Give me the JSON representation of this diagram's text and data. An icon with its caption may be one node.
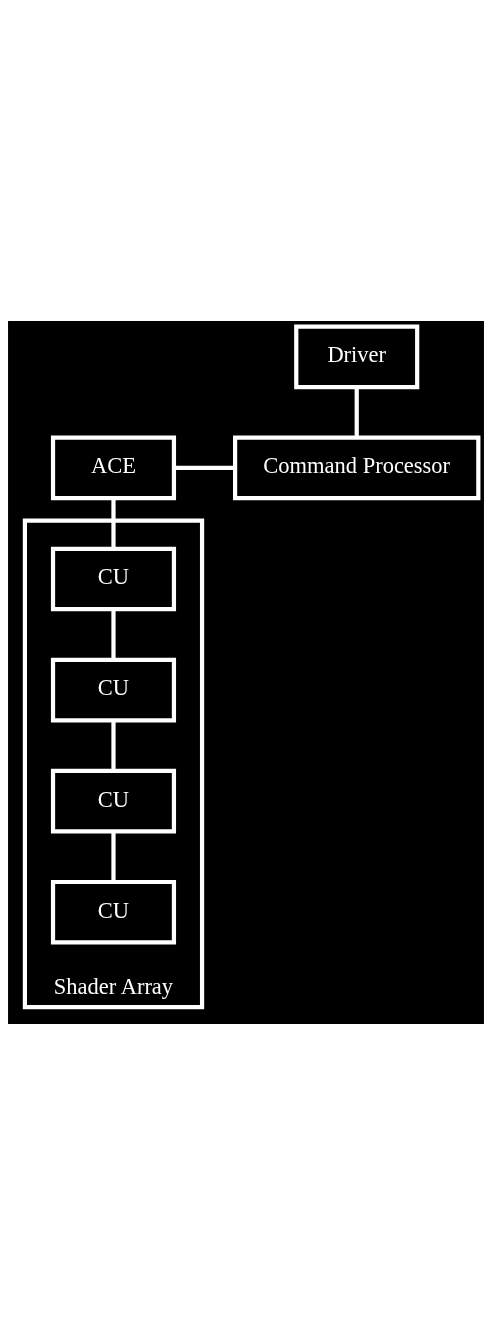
{
  "diagram": {
    "nodes": [
      {
        "text": [
          "Driver"
        ]
      },
      {
        "text": [
          "Command Processor"
        ]
      },
      {
        "text": [
          "ACE"
        ]
      },
      {
        "text": [
          "Shader Array"
        ]
      },
      {
        "text": [
          "CU"
        ],
        "in": 3
      },
      {
        "text": [
          "CU"
        ],
        "in": 3
      },
      {
        "text": [
          "CU"
        ],
        "in": 3
      },
      {
        "text": [
          "CU"
        ],
        "in": 3
      }
    ],
    "edges": [
      {
        "from": 0,
        "to": 1,
        "arrow": "none"
      },
      {
        "from": 2,
        "to": 1,
        "arrow": "none"
      },
      {
        "from": 2,
        "to": 4,
        "arrow": "none"
      },
      {
        "from": 4,
        "to": 5,
        "arrow": "none"
      },
      {
        "from": 5,
        "to": 6,
        "arrow": "none"
      },
      {
        "from": 6,
        "to": 7,
        "arrow": "none"
      }
    ]
  }
}
